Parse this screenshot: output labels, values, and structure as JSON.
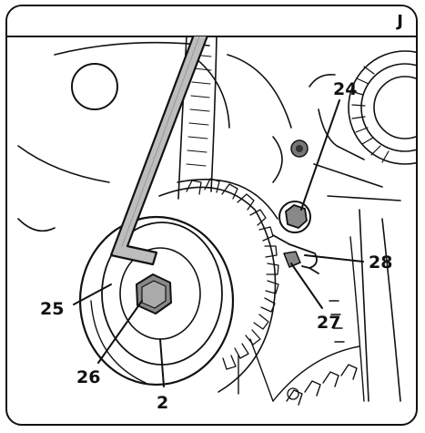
{
  "panel": {
    "letter": "J"
  },
  "callouts": {
    "c24": "24",
    "c28": "28",
    "c27": "27",
    "c25": "25",
    "c26": "26",
    "c2": "2"
  },
  "colors": {
    "line": "#111111",
    "tool": "#bdbdbd",
    "background": "#ffffff"
  }
}
